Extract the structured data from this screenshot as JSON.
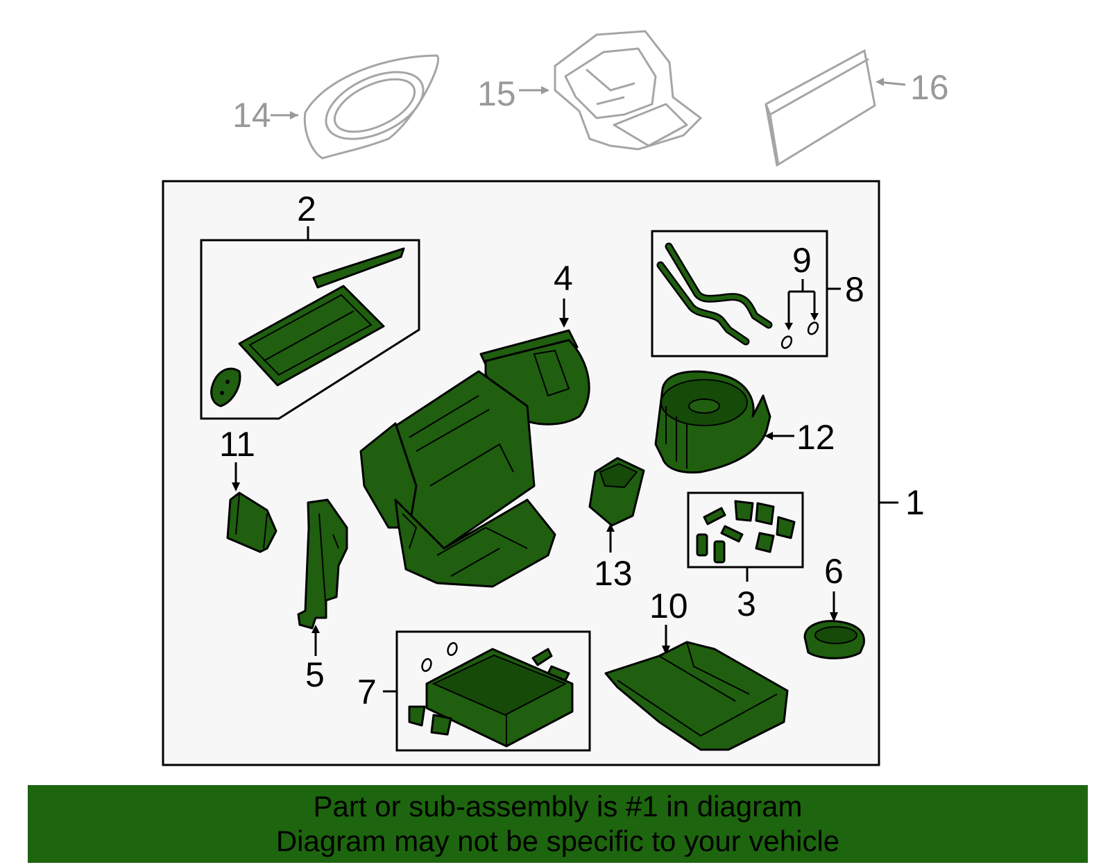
{
  "callouts": {
    "c1": "1",
    "c2": "2",
    "c3": "3",
    "c4": "4",
    "c5": "5",
    "c6": "6",
    "c7": "7",
    "c8": "8",
    "c9": "9",
    "c10": "10",
    "c11": "11",
    "c12": "12",
    "c13": "13",
    "c14": "14",
    "c15": "15",
    "c16": "16"
  },
  "banner": {
    "line1": "Part or sub-assembly is #1 in diagram",
    "line2": "Diagram may not be specific to your vehicle"
  },
  "colors": {
    "part_fill": "#1f5f0f",
    "banner_bg": "#1d650e",
    "reference_part": "#a5a5a5"
  }
}
